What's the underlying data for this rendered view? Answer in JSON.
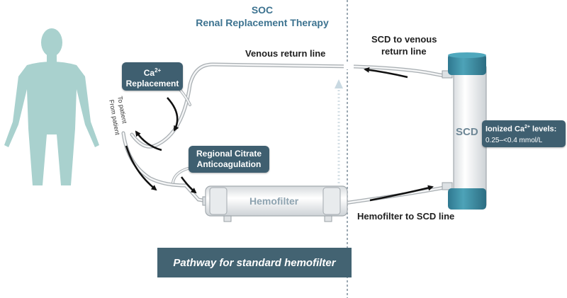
{
  "header": {
    "title": "SOC",
    "subtitle": "Renal Replacement Therapy"
  },
  "labels": {
    "venous_return_line": "Venous return line",
    "scd_to_venous": [
      "SCD to venous",
      "return line"
    ],
    "hemofilter_to_scd": "Hemofilter to SCD line",
    "to_patient": "To patient",
    "from_patient": "From patient"
  },
  "boxes": {
    "ca_replacement": {
      "line1_base": "Ca",
      "line1_sup": "2+",
      "line2": "Replacement"
    },
    "citrate": {
      "line1": "Regional Citrate",
      "line2": "Anticoagulation"
    },
    "ionized": {
      "line1_base": "Ionized Ca",
      "line1_sup": "2+",
      "line1_end": " levels:",
      "line2": "0.25–<0.4 mmol/L"
    }
  },
  "devices": {
    "hemofilter": "Hemofilter",
    "scd": "SCD"
  },
  "pathway": "Pathway for standard hemofilter",
  "colors": {
    "body_silhouette": "#a9d1ce",
    "box_fill": "#3f5f70",
    "header_text": "#3d7390",
    "scd_cap": "#3d8aa0",
    "tube": "#cfd3d6",
    "divider": "#7a8c98"
  },
  "icons": [
    "human-body-icon",
    "flow-arrow-icon"
  ]
}
